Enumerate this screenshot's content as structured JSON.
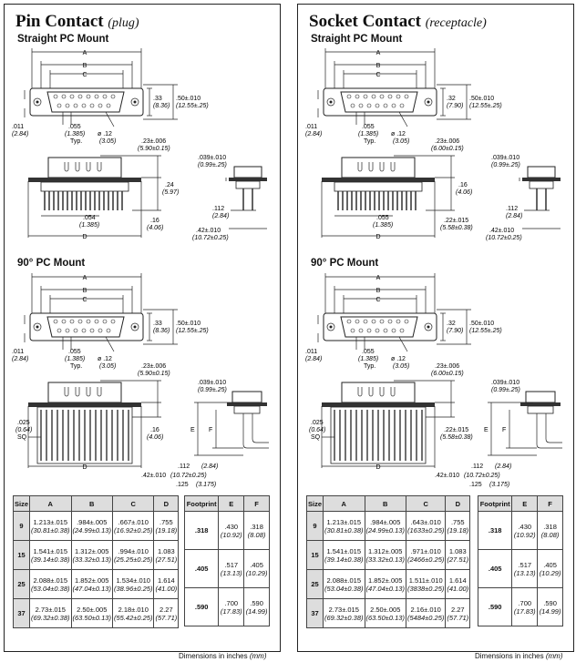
{
  "panels": [
    {
      "title": "Pin Contact",
      "subtitle": "(plug)",
      "sections": [
        "Straight PC Mount",
        "90° PC Mount"
      ],
      "labels": {
        "A": "A",
        "B": "B",
        "C": "C",
        "D": "D",
        "E": "E",
        "F": "F",
        "h_in": ".33",
        "h_mm": "(8.36)",
        "w_in": ".50±.010",
        "w_mm": "(12.55±.25)",
        "t1_in": ".011",
        "t1_mm": "(2.84)",
        "p_in": ".055",
        "p_mm": "(1.385)",
        "typ": "Typ.",
        "hole_in": "ø .12",
        "hole_mm": "(3.05)",
        "s_in": ".23±.006",
        "s_mm": "(5.90±0.15)",
        "f_in": ".039±.010",
        "f_mm": "(0.99±.25)",
        "side_in": ".24",
        "side_mm": "(5.97)",
        "pin_in": ".054",
        "pin_mm": "(1.385)",
        "tail_in": ".16",
        "tail_mm": "(4.06)",
        "tl_in": ".112",
        "tl_mm": "(2.84)",
        "ln_in": ".42±.010",
        "ln_mm": "(10.72±0.25)",
        "sq_in": ".025",
        "sq_mm": "(0.64)",
        "sq": "SQ",
        "r_in": ".125",
        "r_mm": "(3.175)"
      },
      "table": {
        "headers": [
          "Size",
          "A",
          "B",
          "C",
          "D"
        ],
        "rows": [
          {
            "size": "9",
            "a": "1.213±.015",
            "a_mm": "(30.81±0.38)",
            "b": ".984±.005",
            "b_mm": "(24.99±0.13)",
            "c": ".667±.010",
            "c_mm": "(16.92±0.25)",
            "d": ".755",
            "d_mm": "(19.18)"
          },
          {
            "size": "15",
            "a": "1.541±.015",
            "a_mm": "(39.14±0.38)",
            "b": "1.312±.005",
            "b_mm": "(33.32±0.13)",
            "c": ".994±.010",
            "c_mm": "(25.25±0.25)",
            "d": "1.083",
            "d_mm": "(27.51)"
          },
          {
            "size": "25",
            "a": "2.088±.015",
            "a_mm": "(53.04±0.38)",
            "b": "1.852±.005",
            "b_mm": "(47.04±0.13)",
            "c": "1.534±.010",
            "c_mm": "(38.96±0.25)",
            "d": "1.614",
            "d_mm": "(41.00)"
          },
          {
            "size": "37",
            "a": "2.73±.015",
            "a_mm": "(69.32±0.38)",
            "b": "2.50±.005",
            "b_mm": "(63.50±0.13)",
            "c": "2.18±.010",
            "c_mm": "(55.42±0.25)",
            "d": "2.27",
            "d_mm": "(57.71)"
          }
        ]
      },
      "footprint": {
        "headers": [
          "Footprint",
          "E",
          "F"
        ],
        "rows": [
          {
            "fp": ".318",
            "e": ".430",
            "e_mm": "(10.92)",
            "f": ".318",
            "f_mm": "(8.08)"
          },
          {
            "fp": ".405",
            "e": ".517",
            "e_mm": "(13.13)",
            "f": ".405",
            "f_mm": "(10.29)"
          },
          {
            "fp": ".590",
            "e": ".700",
            "e_mm": "(17.83)",
            "f": ".590",
            "f_mm": "(14.99)"
          }
        ]
      }
    },
    {
      "title": "Socket Contact",
      "subtitle": "(receptacle)",
      "sections": [
        "Straight PC Mount",
        "90° PC Mount"
      ],
      "labels": {
        "A": "A",
        "B": "B",
        "C": "C",
        "D": "D",
        "E": "E",
        "F": "F",
        "h_in": ".32",
        "h_mm": "(7.90)",
        "w_in": ".50±.010",
        "w_mm": "(12.55±.25)",
        "t1_in": ".011",
        "t1_mm": "(2.84)",
        "p_in": ".055",
        "p_mm": "(1.385)",
        "typ": "Typ.",
        "hole_in": "ø .12",
        "hole_mm": "(3.05)",
        "s_in": ".23±.006",
        "s_mm": "(6.00±0.15)",
        "f_in": ".039±.010",
        "f_mm": "(0.99±.25)",
        "side_in": ".16",
        "side_mm": "(4.06)",
        "pin_in": ".055",
        "pin_mm": "(1.385)",
        "tail_in": ".22±.015",
        "tail_mm": "(5.58±0.38)",
        "tl_in": ".112",
        "tl_mm": "(2.84)",
        "ln_in": ".42±.010",
        "ln_mm": "(10.72±0.25)",
        "sq_in": ".025",
        "sq_mm": "(0.64)",
        "sq": "SQ",
        "r_in": ".125",
        "r_mm": "(3.175)"
      },
      "table": {
        "headers": [
          "Size",
          "A",
          "B",
          "C",
          "D"
        ],
        "rows": [
          {
            "size": "9",
            "a": "1.213±.015",
            "a_mm": "(30.81±0.38)",
            "b": ".984±.005",
            "b_mm": "(24.99±0.13)",
            "c": ".643±.010",
            "c_mm": "(1633±0.25)",
            "d": ".755",
            "d_mm": "(19.18)"
          },
          {
            "size": "15",
            "a": "1.541±.015",
            "a_mm": "(39.14±0.38)",
            "b": "1.312±.005",
            "b_mm": "(33.32±0.13)",
            "c": ".971±.010",
            "c_mm": "(2466±0.25)",
            "d": "1.083",
            "d_mm": "(27.51)"
          },
          {
            "size": "25",
            "a": "2.088±.015",
            "a_mm": "(53.04±0.38)",
            "b": "1.852±.005",
            "b_mm": "(47.04±0.13)",
            "c": "1.511±.010",
            "c_mm": "(3838±0.25)",
            "d": "1.614",
            "d_mm": "(41.00)"
          },
          {
            "size": "37",
            "a": "2.73±.015",
            "a_mm": "(69.32±0.38)",
            "b": "2.50±.005",
            "b_mm": "(63.50±0.13)",
            "c": "2.16±.010",
            "c_mm": "(5484±0.25)",
            "d": "2.27",
            "d_mm": "(57.71)"
          }
        ]
      },
      "footprint": {
        "headers": [
          "Footprint",
          "E",
          "F"
        ],
        "rows": [
          {
            "fp": ".318",
            "e": ".430",
            "e_mm": "(10.92)",
            "f": ".318",
            "f_mm": "(8.08)"
          },
          {
            "fp": ".405",
            "e": ".517",
            "e_mm": "(13.13)",
            "f": ".405",
            "f_mm": "(10.29)"
          },
          {
            "fp": ".590",
            "e": ".700",
            "e_mm": "(17.83)",
            "f": ".590",
            "f_mm": "(14.99)"
          }
        ]
      }
    }
  ],
  "footer": {
    "text": "Dimensions in inches",
    "unit": "(mm)"
  }
}
